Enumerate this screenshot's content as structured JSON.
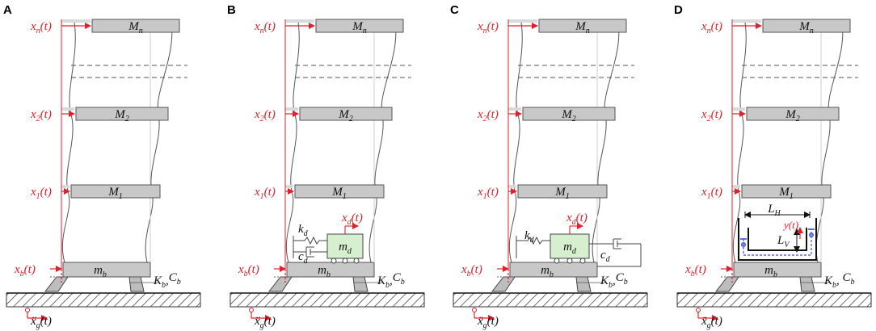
{
  "panels": [
    {
      "letter": "A",
      "device": "none",
      "labels": {
        "xn": "x",
        "xn_sub": "n",
        "x2": "x",
        "x2_sub": "2",
        "x1": "x",
        "x1_sub": "1",
        "xb": "x",
        "xb_sub": "b",
        "arg": "(t)",
        "Mn": "M",
        "Mn_sub": "n",
        "M2": "M",
        "M2_sub": "2",
        "M1": "M",
        "M1_sub": "1",
        "mb": "m",
        "mb_sub": "b",
        "K": "K",
        "K_sub": "b",
        "C": "C",
        "C_sub": "b",
        "sep": ",",
        "xg": "ẍ",
        "xg_sub": "g"
      }
    },
    {
      "letter": "B",
      "device": "tmd",
      "labels": {
        "xn": "x",
        "xn_sub": "n",
        "x2": "x",
        "x2_sub": "2",
        "x1": "x",
        "x1_sub": "1",
        "xb": "x",
        "xb_sub": "b",
        "arg": "(t)",
        "Mn": "M",
        "Mn_sub": "n",
        "M2": "M",
        "M2_sub": "2",
        "M1": "M",
        "M1_sub": "1",
        "mb": "m",
        "mb_sub": "b",
        "K": "K",
        "K_sub": "b",
        "C": "C",
        "C_sub": "b",
        "sep": ",",
        "xg": "ẍ",
        "xg_sub": "g",
        "xd": "x",
        "xd_sub": "d",
        "md": "m",
        "md_sub": "d",
        "kd": "k",
        "kd_sub": "d",
        "cd": "c",
        "cd_sub": "d"
      }
    },
    {
      "letter": "C",
      "device": "tmd-inerter",
      "labels": {
        "xn": "x",
        "xn_sub": "n",
        "x2": "x",
        "x2_sub": "2",
        "x1": "x",
        "x1_sub": "1",
        "xb": "x",
        "xb_sub": "b",
        "arg": "(t)",
        "Mn": "M",
        "Mn_sub": "n",
        "M2": "M",
        "M2_sub": "2",
        "M1": "M",
        "M1_sub": "1",
        "mb": "m",
        "mb_sub": "b",
        "K": "K",
        "K_sub": "b",
        "C": "C",
        "C_sub": "b",
        "sep": ",",
        "xg": "ẍ",
        "xg_sub": "g",
        "xd": "x",
        "xd_sub": "d",
        "md": "m",
        "md_sub": "d",
        "kd": "k",
        "kd_sub": "d",
        "cd": "c",
        "cd_sub": "d"
      }
    },
    {
      "letter": "D",
      "device": "tlcd",
      "labels": {
        "xn": "x",
        "xn_sub": "n",
        "x2": "x",
        "x2_sub": "2",
        "x1": "x",
        "x1_sub": "1",
        "xb": "x",
        "xb_sub": "b",
        "arg": "(t)",
        "Mn": "M",
        "Mn_sub": "n",
        "M2": "M",
        "M2_sub": "2",
        "M1": "M",
        "M1_sub": "1",
        "mb": "m",
        "mb_sub": "b",
        "K": "K",
        "K_sub": "b",
        "C": "C",
        "C_sub": "b",
        "sep": ", ",
        "xg": "ẍ",
        "xg_sub": "g",
        "LH": "L",
        "LH_sub": "H",
        "LV": "L",
        "LV_sub": "V",
        "y": "y(t)"
      }
    }
  ],
  "colors": {
    "red": "#e0202a",
    "floor": "#c8c8c8",
    "floor_stroke": "#555555",
    "damper_fill": "#d6efcf",
    "liquid": "#3a4fd0"
  }
}
